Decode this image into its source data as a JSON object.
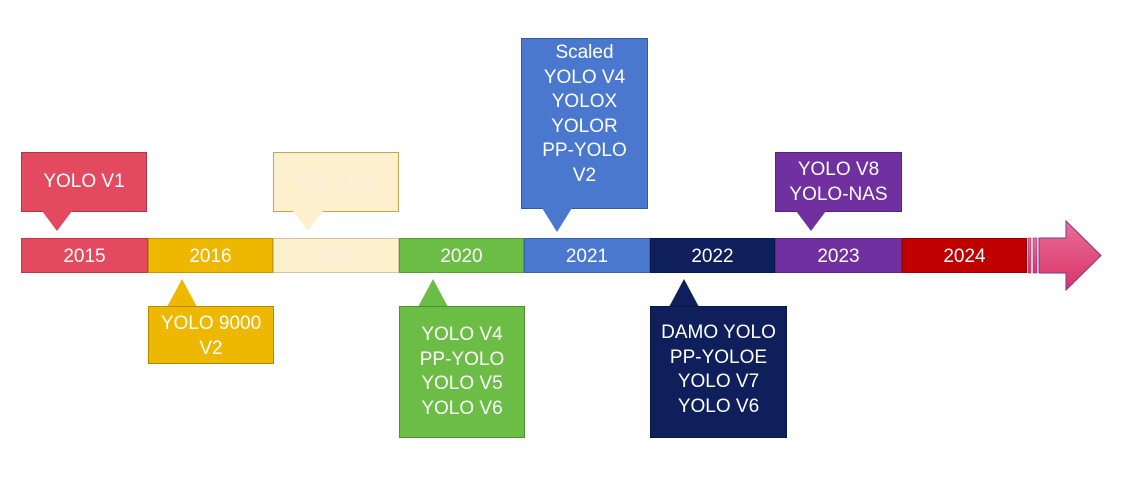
{
  "timeline": {
    "years": [
      {
        "label": "2015",
        "color": "#e34a5f"
      },
      {
        "label": "2016",
        "color": "#efb800"
      },
      {
        "label": "2018",
        "color": "#fdf0cd"
      },
      {
        "label": "2020",
        "color": "#6cbd45"
      },
      {
        "label": "2021",
        "color": "#4a78cf"
      },
      {
        "label": "2022",
        "color": "#0e1f5b"
      },
      {
        "label": "2023",
        "color": "#7030a0"
      },
      {
        "label": "2024",
        "color": "#c00000"
      }
    ],
    "arrow_color": "#e0457a",
    "callouts": [
      {
        "year": "2015",
        "lines": [
          "YOLO V1"
        ],
        "color": "#e34a5f"
      },
      {
        "year": "2016",
        "lines": [
          "YOLO 9000",
          "V2"
        ],
        "color": "#efb800"
      },
      {
        "year": "2018",
        "lines": [
          "YOLO V3"
        ],
        "color": "#fdf0cd"
      },
      {
        "year": "2020",
        "lines": [
          "YOLO V4",
          "PP-YOLO",
          "YOLO V5",
          "YOLO V6"
        ],
        "color": "#6cbd45"
      },
      {
        "year": "2021",
        "lines": [
          "Scaled",
          "YOLO V4",
          "YOLOX",
          "YOLOR",
          "PP-YOLO",
          "V2"
        ],
        "color": "#4a78cf"
      },
      {
        "year": "2022",
        "lines": [
          "DAMO YOLO",
          "PP-YOLOE",
          "YOLO V7",
          "YOLO V6"
        ],
        "color": "#0e1f5b"
      },
      {
        "year": "2023",
        "lines": [
          "YOLO V8",
          "YOLO-NAS"
        ],
        "color": "#7030a0"
      }
    ]
  }
}
